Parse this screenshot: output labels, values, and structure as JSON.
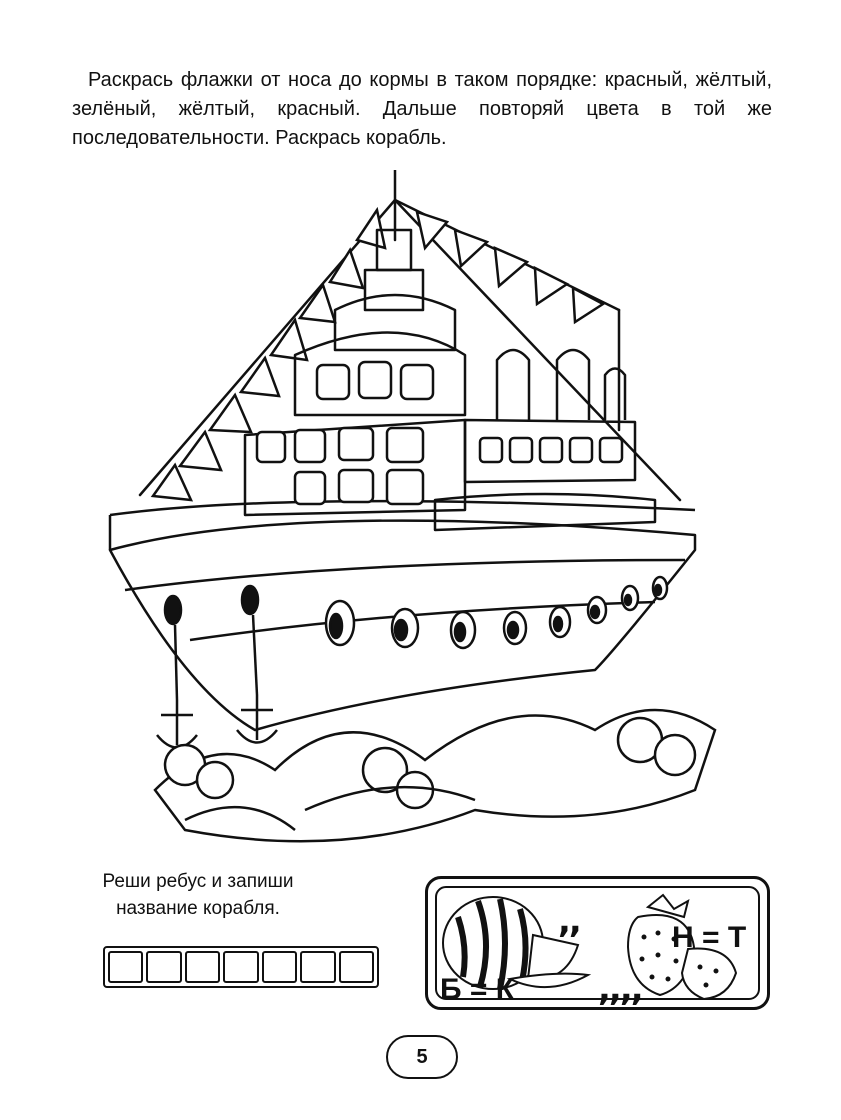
{
  "instruction": "Раскрась флажки от носа до кормы в таком порядке: красный, жёлтый, зелёный, жёлтый, красный. Дальше повторяй цвета в той же последовательности. Раскрась корабль.",
  "rebus": {
    "task": "Реши ребус и запиши название корабля.",
    "answer_letter_count": 7,
    "formula_left": "Б = К",
    "formula_right": "Н = Т",
    "commas_left": ",,",
    "commas_right": ",,,,"
  },
  "page_number": "5"
}
